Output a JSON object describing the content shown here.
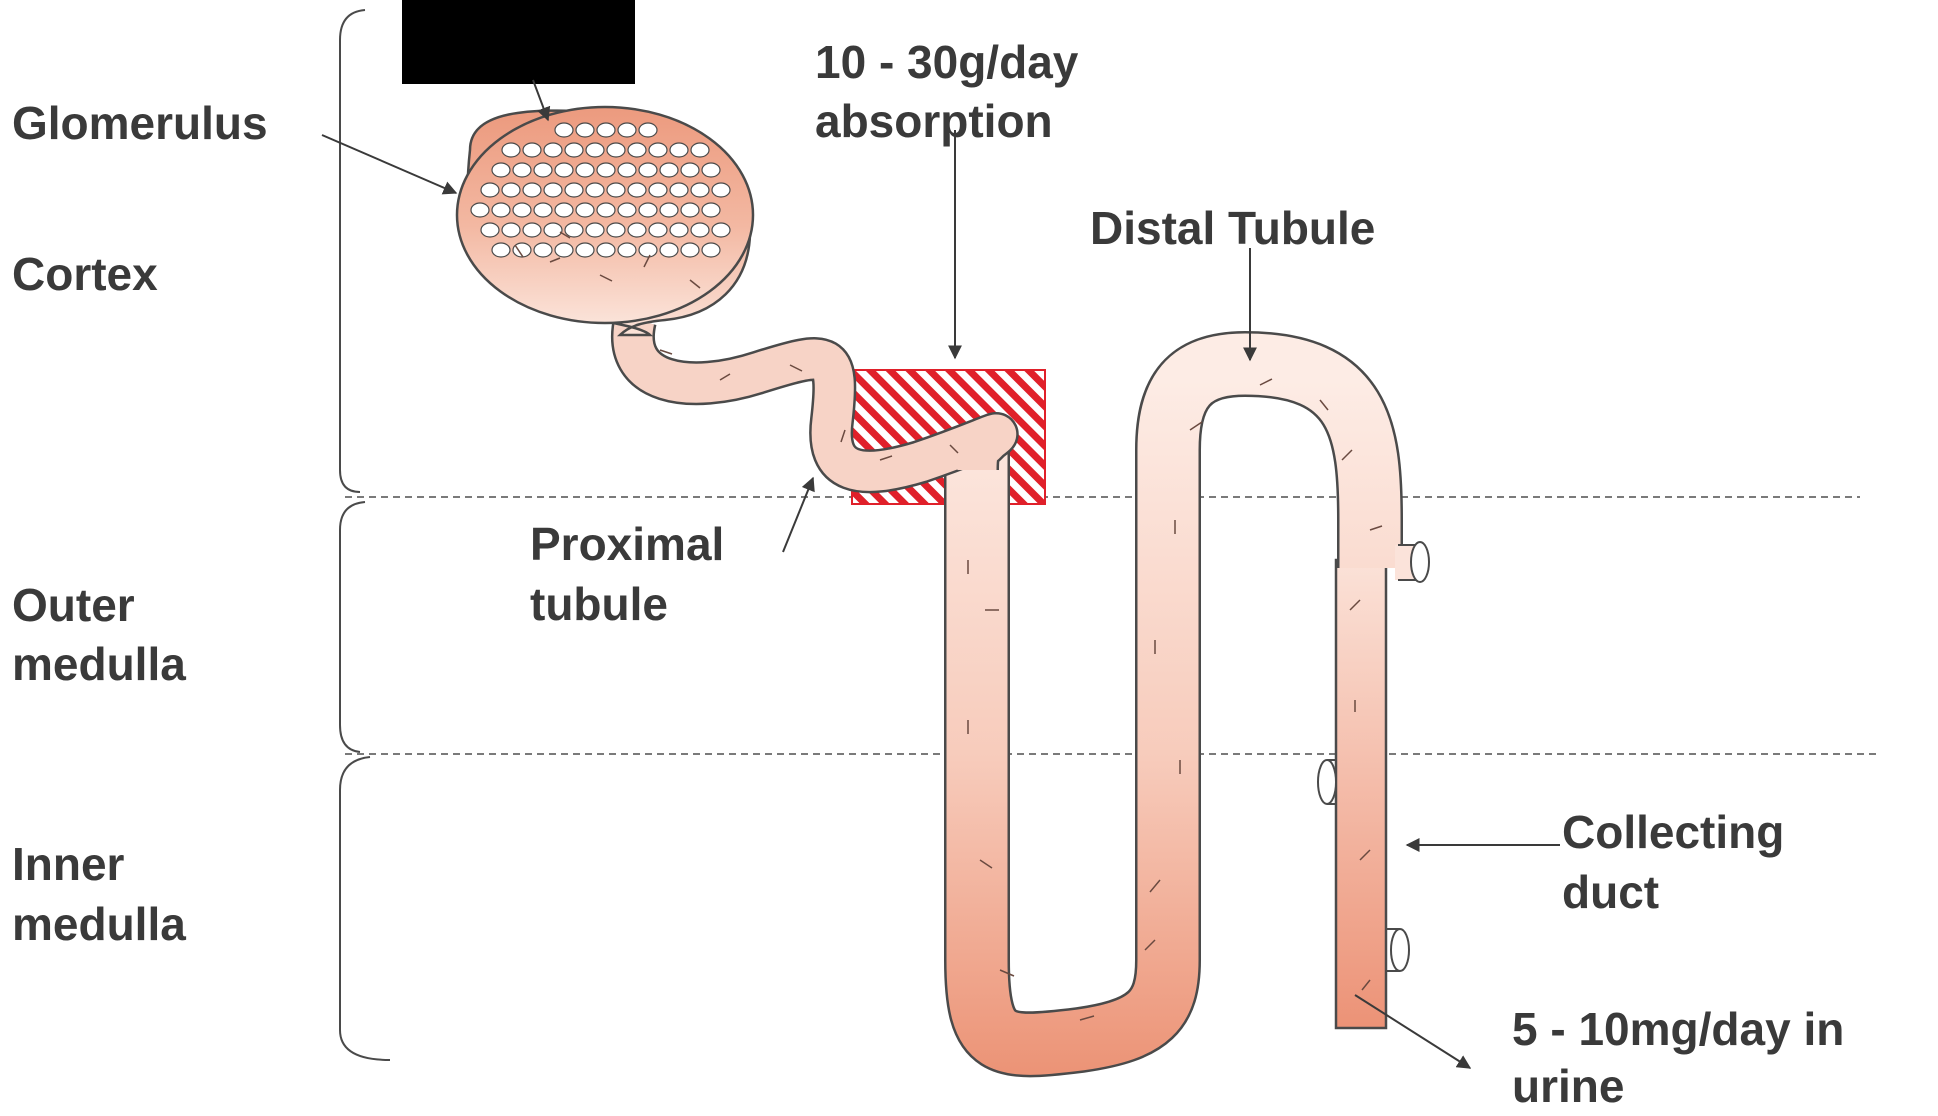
{
  "zone_labels": {
    "cortex": "Cortex",
    "outer_medulla_l1": "Outer",
    "outer_medulla_l2": "medulla",
    "inner_medulla_l1": "Inner",
    "inner_medulla_l2": "medulla"
  },
  "structure_labels": {
    "glomerulus": "Glomerulus",
    "proximal_l1": "Proximal",
    "proximal_l2": "tubule",
    "distal": "Distal Tubule",
    "collecting_l1": "Collecting",
    "collecting_l2": "duct"
  },
  "annotations": {
    "absorption_l1": "10 - 30g/day",
    "absorption_l2": "absorption",
    "urine_l1": "5 - 10mg/day in",
    "urine_l2": "urine"
  },
  "colors": {
    "tubule_dark": "#ec9a7e",
    "tubule_light": "#fbe5dc",
    "outline": "#4a4a4a",
    "hatch": "#e0202a",
    "redaction": "#000000",
    "text": "#3a3a3a"
  }
}
